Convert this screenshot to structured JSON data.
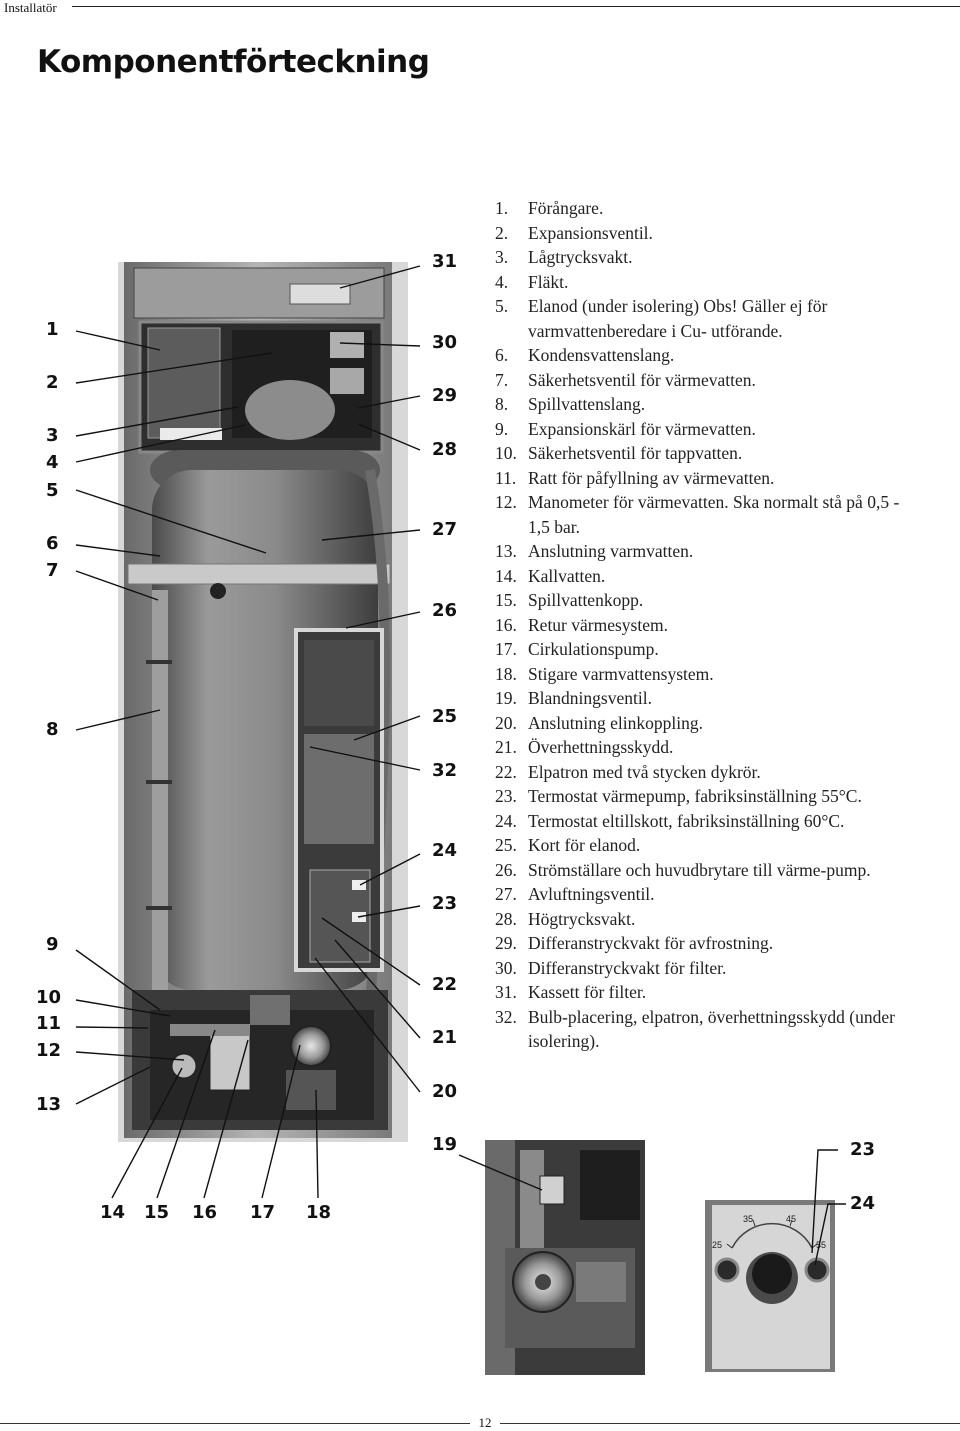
{
  "header": {
    "section": "Installatör"
  },
  "title": "Komponentförteckning",
  "components": [
    {
      "num": "1.",
      "text": "Förångare."
    },
    {
      "num": "2.",
      "text": "Expansionsventil."
    },
    {
      "num": "3.",
      "text": "Lågtrycksvakt."
    },
    {
      "num": "4.",
      "text": "Fläkt."
    },
    {
      "num": "5.",
      "text": "Elanod (under isolering) Obs!  Gäller ej för varmvattenberedare i Cu- utförande."
    },
    {
      "num": "6.",
      "text": "Kondensvattenslang."
    },
    {
      "num": "7.",
      "text": "Säkerhetsventil för värmevatten."
    },
    {
      "num": "8.",
      "text": "Spillvattenslang."
    },
    {
      "num": "9.",
      "text": "Expansionskärl för värmevatten."
    },
    {
      "num": "10.",
      "text": "Säkerhetsventil för tappvatten."
    },
    {
      "num": "11.",
      "text": "Ratt för påfyllning av värmevatten."
    },
    {
      "num": "12.",
      "text": "Manometer för värmevatten. Ska normalt stå på 0,5 - 1,5 bar."
    },
    {
      "num": "13.",
      "text": "Anslutning varmvatten."
    },
    {
      "num": "14.",
      "text": "Kallvatten."
    },
    {
      "num": "15.",
      "text": "Spillvattenkopp."
    },
    {
      "num": "16.",
      "text": "Retur värmesystem."
    },
    {
      "num": "17.",
      "text": "Cirkulationspump."
    },
    {
      "num": "18.",
      "text": "Stigare varmvattensystem."
    },
    {
      "num": "19.",
      "text": "Blandningsventil."
    },
    {
      "num": "20.",
      "text": "Anslutning elinkoppling."
    },
    {
      "num": "21.",
      "text": "Överhettningsskydd."
    },
    {
      "num": "22.",
      "text": "Elpatron med två stycken dykrör."
    },
    {
      "num": "23.",
      "text": "Termostat värmepump, fabriksinställning 55°C."
    },
    {
      "num": "24.",
      "text": "Termostat eltillskott, fabriksinställning 60°C."
    },
    {
      "num": "25.",
      "text": "Kort för elanod."
    },
    {
      "num": "26.",
      "text": "Strömställare och huvudbrytare till värme-pump."
    },
    {
      "num": "27.",
      "text": "Avluftningsventil."
    },
    {
      "num": "28.",
      "text": "Högtrycksvakt."
    },
    {
      "num": "29.",
      "text": "Differanstryckvakt för avfrostning."
    },
    {
      "num": "30.",
      "text": "Differanstryckvakt för filter."
    },
    {
      "num": "31.",
      "text": "Kassett för filter."
    },
    {
      "num": "32.",
      "text": "Bulb-placering, elpatron, överhettningsskydd (under isolering)."
    }
  ],
  "callouts": {
    "left": [
      "1",
      "2",
      "3",
      "4",
      "5",
      "6",
      "7",
      "8",
      "9",
      "10",
      "11",
      "12",
      "13"
    ],
    "right": [
      "31",
      "30",
      "29",
      "28",
      "27",
      "26",
      "25",
      "32",
      "24",
      "23",
      "22",
      "21",
      "20",
      "19"
    ],
    "bottom": [
      "14",
      "15",
      "16",
      "17",
      "18"
    ],
    "inset": [
      "23",
      "24"
    ]
  },
  "thermostat_scale": [
    "25",
    "35",
    "45",
    "55"
  ],
  "footer": {
    "page_number": "12"
  }
}
